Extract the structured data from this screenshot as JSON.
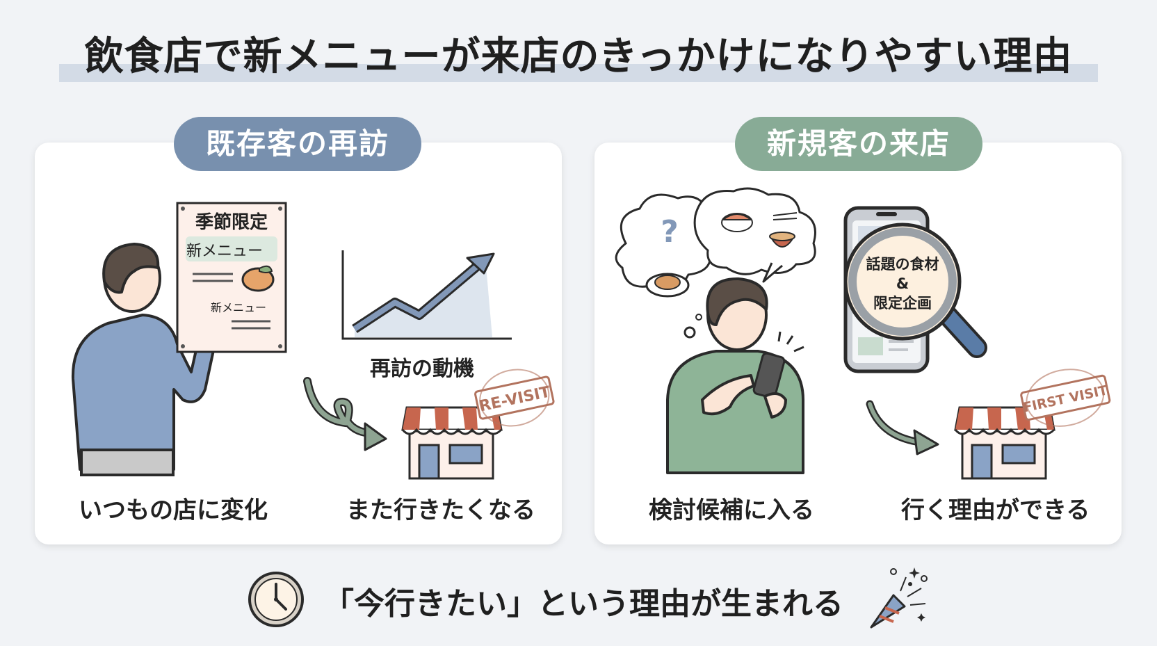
{
  "title": "飲食店で新メニューが来店のきっかけになりやすい理由",
  "left": {
    "pill": "既存客の再訪",
    "poster": {
      "heading": "季節限定",
      "tag": "新メニュー",
      "small": "新メニュー"
    },
    "chart_label": "再訪の動機",
    "stamp": "RE-VISIT",
    "caption1": "いつもの店に変化",
    "caption2": "また行きたくなる"
  },
  "right": {
    "pill": "新規客の来店",
    "question": "?",
    "magnifier": {
      "line1": "話題の食材",
      "line2": "&",
      "line3": "限定企画"
    },
    "stamp": "FIRST VISIT",
    "caption1": "検討候補に入る",
    "caption2": "行く理由ができる"
  },
  "bottom": {
    "text": "「今行きたい」という理由が生まれる"
  },
  "colors": {
    "blue_accent": "#7890ae",
    "green_accent": "#88ab96",
    "stamp": "#b2735e",
    "awning": "#c7664e"
  }
}
